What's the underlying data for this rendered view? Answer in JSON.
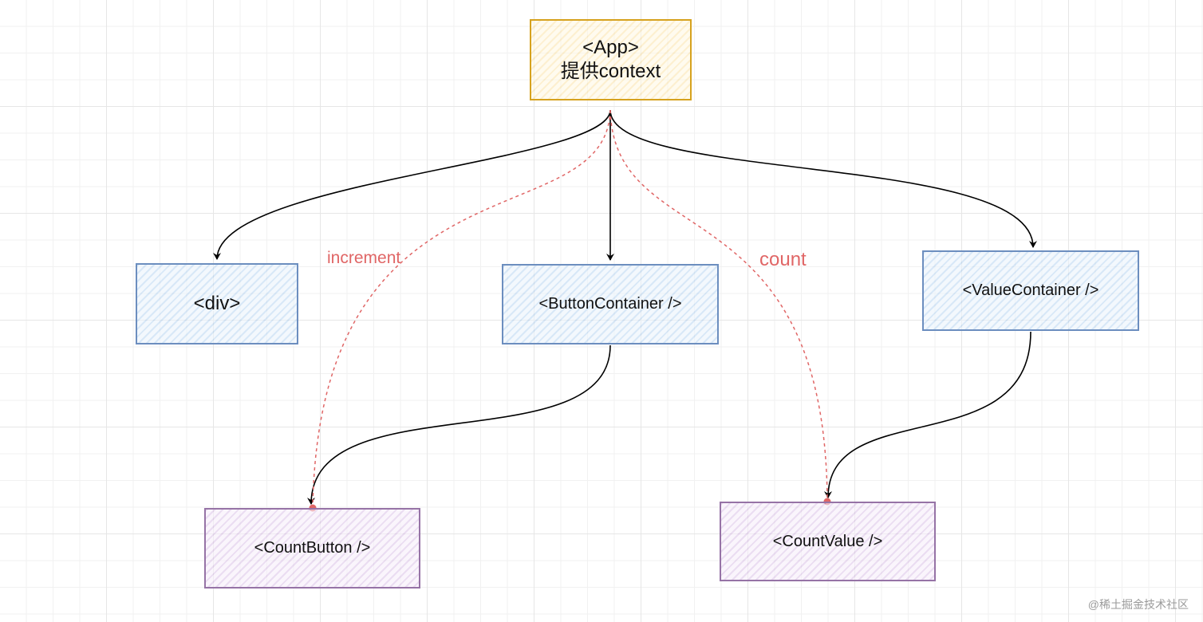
{
  "nodes": {
    "app": {
      "line1": "<App>",
      "line2": "提供context"
    },
    "div": {
      "label": "<div>"
    },
    "button_container": {
      "label": "<ButtonContainer />"
    },
    "value_container": {
      "label": "<ValueContainer />"
    },
    "count_button": {
      "label": "<CountButton />"
    },
    "count_value": {
      "label": "<CountValue />"
    }
  },
  "edge_labels": {
    "increment": "increment",
    "count": "count"
  },
  "colors": {
    "tree_edge": "#000000",
    "context_edge": "#e06666",
    "app_border": "#d6a21e",
    "container_border": "#6c8ebf",
    "consumer_border": "#9673a6"
  },
  "watermark": "@稀土掘金技术社区"
}
